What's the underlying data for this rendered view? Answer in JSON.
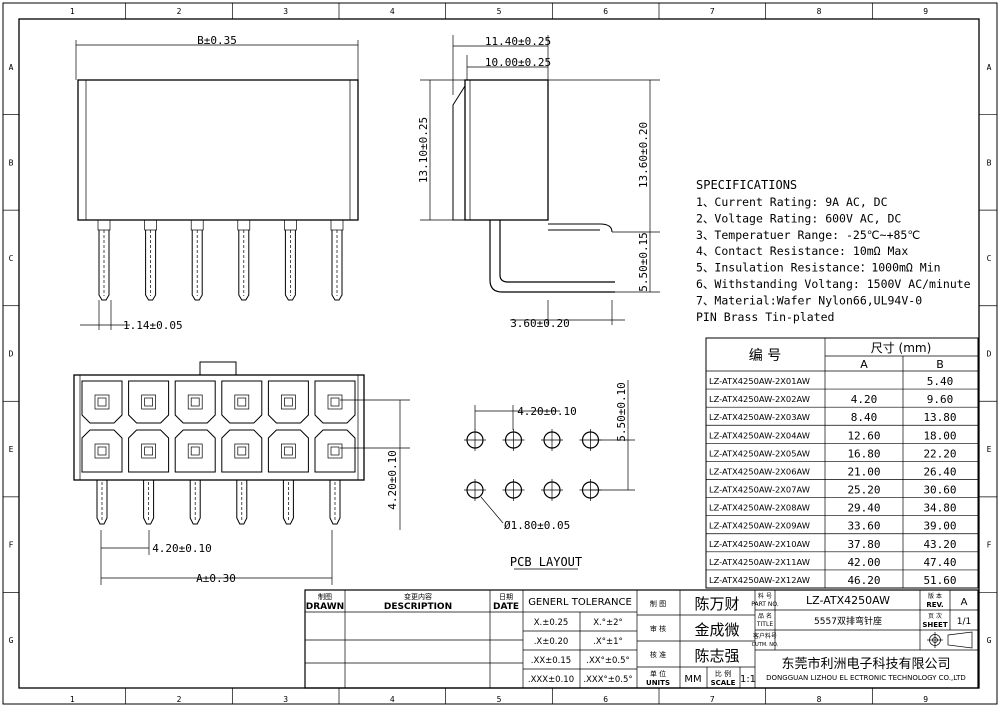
{
  "border": {
    "columns": [
      "1",
      "2",
      "3",
      "4",
      "5",
      "6",
      "7",
      "8",
      "9"
    ],
    "rows": [
      "A",
      "B",
      "C",
      "D",
      "E",
      "F",
      "G"
    ]
  },
  "dims": {
    "b": "B±0.35",
    "w1": "11.40±0.25",
    "w2": "10.00±0.25",
    "h1": "13.10±0.25",
    "h2": "13.60±0.20",
    "tail": "5.50±0.15",
    "pinw": "1.14±0.05",
    "pin_off": "3.60±0.20",
    "pitch": "4.20±0.10",
    "row_h": "4.20±0.10",
    "a": "A±0.30",
    "pcb_pitch": "4.20±0.10",
    "pcb_row": "5.50±0.10",
    "hole": "Ø1.80±0.05"
  },
  "pcb_label": "PCB LAYOUT",
  "specs": {
    "title": "SPECIFICATIONS",
    "lines": [
      "1、Current Rating: 9A AC, DC",
      "2、Voltage Rating: 600V AC, DC",
      "3、Temperatuer Range: -25℃~+85℃",
      "4、Contact Resistance: 10mΩ Max",
      "5、Insulation Resistance：1000mΩ Min",
      "6、Withstanding Voltang: 1500V AC/minute",
      "7、Material:Wafer Nylon66,UL94V-0",
      "   PIN Brass Tin-plated"
    ]
  },
  "size_table": {
    "h_code": "编  号",
    "h_size": "尺寸 (mm)",
    "h_a": "A",
    "h_b": "B",
    "rows": [
      {
        "code": "LZ-ATX4250AW-2X01AW",
        "a": "",
        "b": "5.40"
      },
      {
        "code": "LZ-ATX4250AW-2X02AW",
        "a": "4.20",
        "b": "9.60"
      },
      {
        "code": "LZ-ATX4250AW-2X03AW",
        "a": "8.40",
        "b": "13.80"
      },
      {
        "code": "LZ-ATX4250AW-2X04AW",
        "a": "12.60",
        "b": "18.00"
      },
      {
        "code": "LZ-ATX4250AW-2X05AW",
        "a": "16.80",
        "b": "22.20"
      },
      {
        "code": "LZ-ATX4250AW-2X06AW",
        "a": "21.00",
        "b": "26.40"
      },
      {
        "code": "LZ-ATX4250AW-2X07AW",
        "a": "25.20",
        "b": "30.60"
      },
      {
        "code": "LZ-ATX4250AW-2X08AW",
        "a": "29.40",
        "b": "34.80"
      },
      {
        "code": "LZ-ATX4250AW-2X09AW",
        "a": "33.60",
        "b": "39.00"
      },
      {
        "code": "LZ-ATX4250AW-2X10AW",
        "a": "37.80",
        "b": "43.20"
      },
      {
        "code": "LZ-ATX4250AW-2X11AW",
        "a": "42.00",
        "b": "47.40"
      },
      {
        "code": "LZ-ATX4250AW-2X12AW",
        "a": "46.20",
        "b": "51.60"
      }
    ]
  },
  "title_block": {
    "drawn_cn": "制图",
    "drawn_en": "DRAWN",
    "desc_cn": "变更内容",
    "desc_en": "DESCRIPTION",
    "date_cn": "日期",
    "date_en": "DATE",
    "tol_title": "GENERL TOLERANCE",
    "tol": [
      [
        "X.±0.25",
        "X.°±2°"
      ],
      [
        ".X±0.20",
        ".X°±1°"
      ],
      [
        ".XX±0.15",
        ".XX°±0.5°"
      ],
      [
        ".XXX±0.10",
        ".XXX°±0.5°"
      ]
    ],
    "role1": "制 图",
    "name1": "陈万财",
    "role2": "审 核",
    "name2": "金成微",
    "role3": "核 准",
    "name3": "陈志强",
    "units_cn": "单 位",
    "units_en": "UNITS",
    "units_val": "MM",
    "scale_cn": "比 例",
    "scale_en": "SCALE",
    "scale_val": "1:1",
    "part_cn": "料 号",
    "part_en": "PART NO.",
    "part_val": "LZ-ATX4250AW",
    "title_cn": "品 名",
    "title_en": "TITLE",
    "title_val": "5557双排弯针座",
    "cust_cn": "客户料号",
    "cust_en": "CUTM. NO.",
    "rev_cn": "版 本",
    "rev_en": "REV.",
    "rev_val": "A",
    "sheet_cn": "页 次",
    "sheet_en": "SHEET",
    "sheet_val": "1/1",
    "company_cn": "东莞市利洲电子科技有限公司",
    "company_en": "DONGGUAN LIZHOU EL ECTRONIC TECHNOLOGY CO.,LTD"
  }
}
